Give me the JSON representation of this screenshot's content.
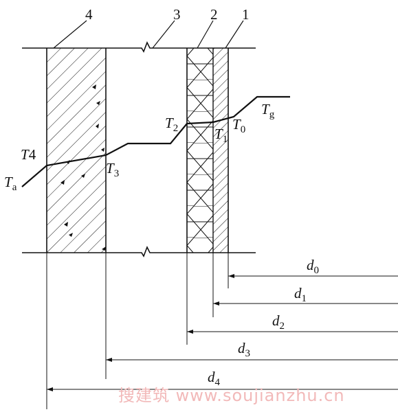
{
  "layers": [
    {
      "number": "1"
    },
    {
      "number": "2"
    },
    {
      "number": "3"
    },
    {
      "number": "4"
    }
  ],
  "temperatures": {
    "Ta": {
      "main": "T",
      "sub": "a"
    },
    "T4": {
      "main": "T",
      "sub": "4"
    },
    "T3": {
      "main": "T",
      "sub": "3"
    },
    "T2": {
      "main": "T",
      "sub": "2"
    },
    "T1": {
      "main": "T",
      "sub": "1"
    },
    "T0": {
      "main": "T",
      "sub": "0"
    },
    "Tg": {
      "main": "T",
      "sub": "g"
    }
  },
  "distances": {
    "d0": {
      "main": "d",
      "sub": "0"
    },
    "d1": {
      "main": "d",
      "sub": "1"
    },
    "d2": {
      "main": "d",
      "sub": "2"
    },
    "d3": {
      "main": "d",
      "sub": "3"
    },
    "d4": {
      "main": "d",
      "sub": "4"
    }
  },
  "watermark": "搜建筑 www.soujianzhu.cn"
}
